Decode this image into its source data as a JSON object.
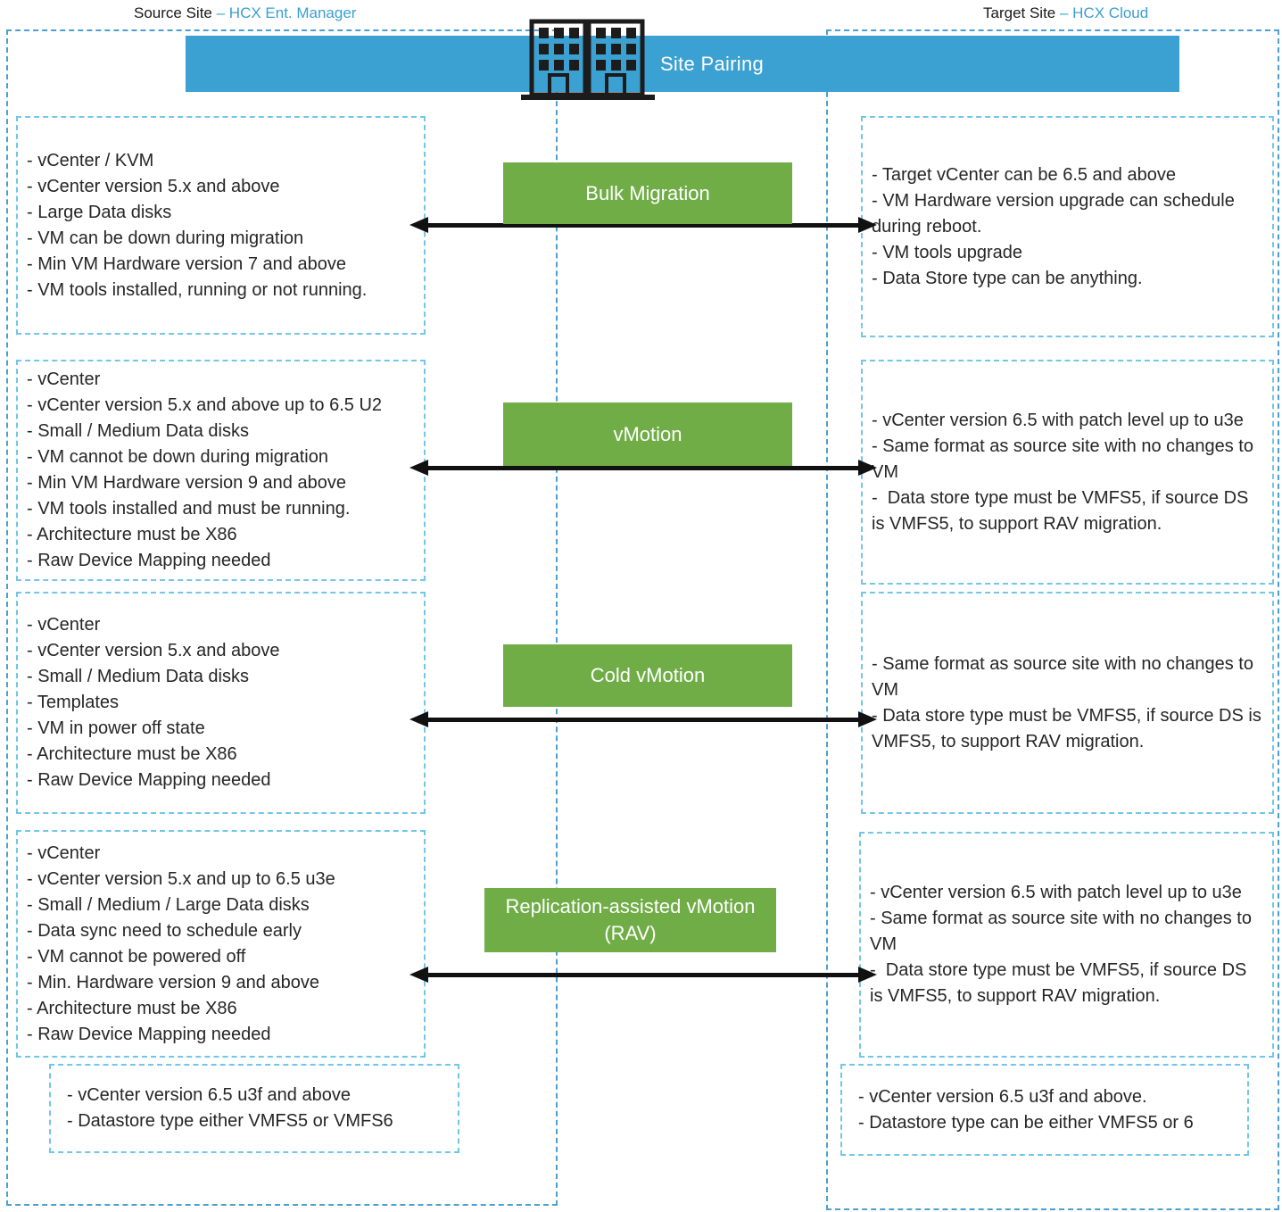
{
  "header": {
    "source_site_label": "Source Site ",
    "source_site_value": "– HCX Ent. Manager",
    "target_site_label": "Target Site ",
    "target_site_value": "– HCX Cloud",
    "banner_title": "Site Pairing"
  },
  "icons": {
    "site_pairing": "buildings-icon"
  },
  "colors": {
    "banner_blue": "#3ba1d2",
    "green": "#70ad47",
    "outer_dash": "#4d9fd0",
    "inner_dash": "#72c6e9",
    "label_blue": "#3a9fd1",
    "text_dark": "#262626",
    "arrow_black": "#111111"
  },
  "rows": [
    {
      "migration_type": "Bulk Migration",
      "source": [
        "- vCenter / KVM",
        "- vCenter version 5.x and above",
        "- Large Data disks",
        "- VM can be down during migration",
        "- Min VM Hardware version 7 and above",
        "- VM tools installed, running or not running."
      ],
      "target": [
        "- Target vCenter can be 6.5 and above",
        "- VM Hardware version upgrade can schedule during reboot.",
        "- VM tools upgrade",
        "- Data Store type can be anything."
      ]
    },
    {
      "migration_type": "vMotion",
      "source": [
        "- vCenter",
        "- vCenter version 5.x and above up to 6.5 U2",
        "- Small / Medium Data disks",
        "- VM cannot be down during migration",
        "- Min VM Hardware version 9 and above",
        "- VM tools installed and must be running.",
        "- Architecture must be X86",
        "- Raw Device Mapping needed"
      ],
      "target": [
        "- vCenter version 6.5 with patch level up to u3e",
        "- Same format as source site with no changes to VM",
        "-  Data store type must be VMFS5, if source DS is VMFS5, to support RAV migration."
      ]
    },
    {
      "migration_type": "Cold vMotion",
      "source": [
        "- vCenter",
        "- vCenter version 5.x and above",
        "- Small / Medium Data disks",
        "- Templates",
        "- VM in power off state",
        "- Architecture must be X86",
        "- Raw Device Mapping needed"
      ],
      "target": [
        "- Same format as source site with no changes to VM",
        "- Data store type must be VMFS5, if source DS is VMFS5, to support RAV migration."
      ]
    },
    {
      "migration_type": "Replication-assisted vMotion (RAV)",
      "source": [
        "- vCenter",
        "- vCenter version 5.x and up to 6.5 u3e",
        "- Small / Medium / Large Data disks",
        "- Data sync need to schedule early",
        "- VM cannot be powered off",
        "- Min. Hardware version 9 and above",
        "- Architecture must be X86",
        "- Raw Device Mapping needed"
      ],
      "target": [
        "- vCenter version 6.5 with patch level up to u3e",
        "- Same format as source site with no changes to VM",
        "-  Data store type must be VMFS5, if source DS is VMFS5, to support RAV migration."
      ]
    }
  ],
  "footnotes": {
    "source": [
      "- vCenter version 6.5 u3f and above",
      "- Datastore type either VMFS5 or VMFS6"
    ],
    "target": [
      "- vCenter version 6.5 u3f and above.",
      "- Datastore type can be either VMFS5 or 6"
    ]
  }
}
